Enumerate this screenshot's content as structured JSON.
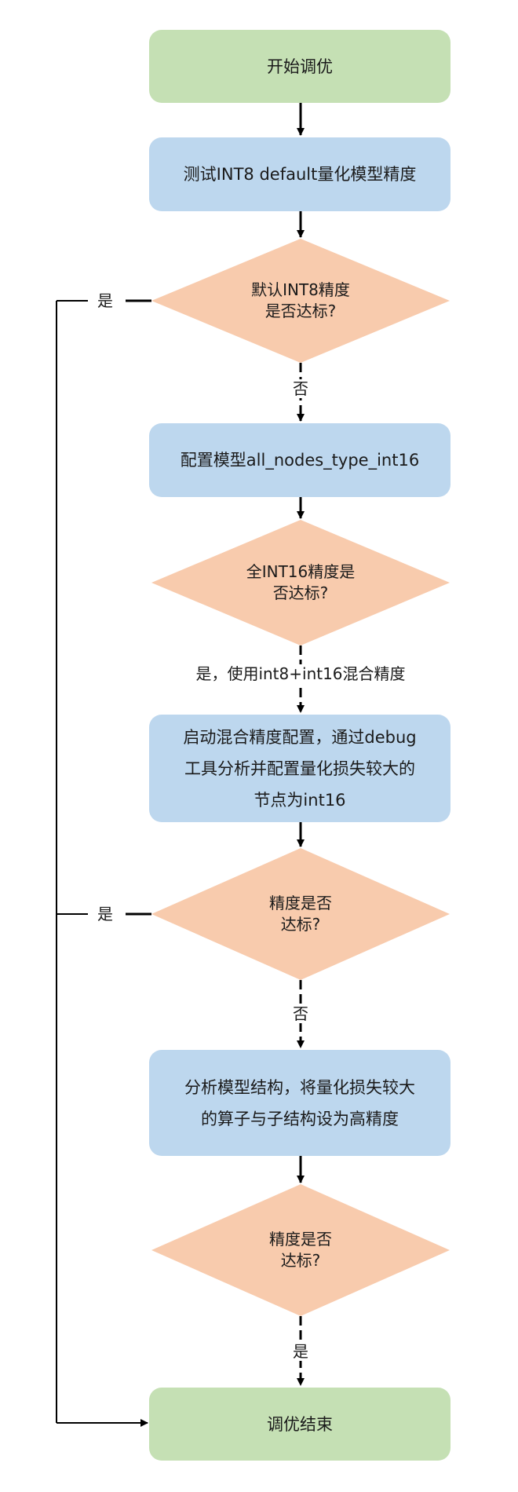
{
  "colors": {
    "terminal_fill": "#c5e0b4",
    "process_fill": "#bdd7ee",
    "decision_fill": "#f8cbad",
    "line": "#000000"
  },
  "nodes": {
    "start": "开始调优",
    "test_int8": "测试INT8 default量化模型精度",
    "decision_int8": "默认INT8精度\n是否达标?",
    "config_int16": "配置模型all_nodes_type_int16",
    "decision_int16": "全INT16精度是\n否达标?",
    "mixed_line1": "启动混合精度配置，通过debug",
    "mixed_line2": "工具分析并配置量化损失较大的",
    "mixed_line3": "节点为int16",
    "decision_mixed": "精度是否\n达标?",
    "analyze_line1": "分析模型结构，将量化损失较大",
    "analyze_line2": "的算子与子结构设为高精度",
    "decision_final": "精度是否\n达标?",
    "end": "调优结束"
  },
  "edge_labels": {
    "int8_yes": "是",
    "int8_no": "否",
    "int16_yes": "是，使用int8+int16混合精度",
    "mixed_yes": "是",
    "mixed_no": "否",
    "final_yes": "是"
  }
}
